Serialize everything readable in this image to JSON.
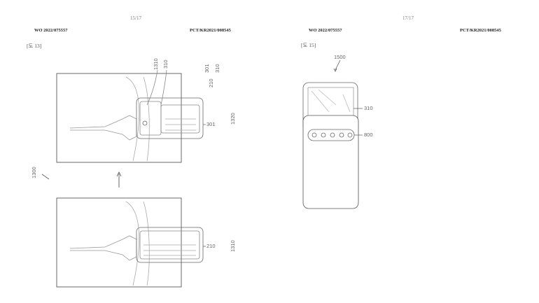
{
  "left_page": {
    "page_number": "15/17",
    "publication_number": "WO 2022/075557",
    "application_number": "PCT/KR2021/008545",
    "figure_label": "[도 13]",
    "reference_labels": {
      "top_1310": "1310",
      "top_310": "310",
      "brace_301": "301",
      "brace_310": "310",
      "brace_210": "210",
      "label_1320": "1320",
      "label_301": "301",
      "label_1300": "1300",
      "bottom_210": "210",
      "bottom_1310": "1310"
    }
  },
  "right_page": {
    "page_number": "17/17",
    "publication_number": "WO 2022/075557",
    "application_number": "PCT/KR2021/008545",
    "figure_label": "[도 15]",
    "reference_labels": {
      "label_1500": "1500",
      "label_310": "310",
      "label_800": "800"
    }
  }
}
